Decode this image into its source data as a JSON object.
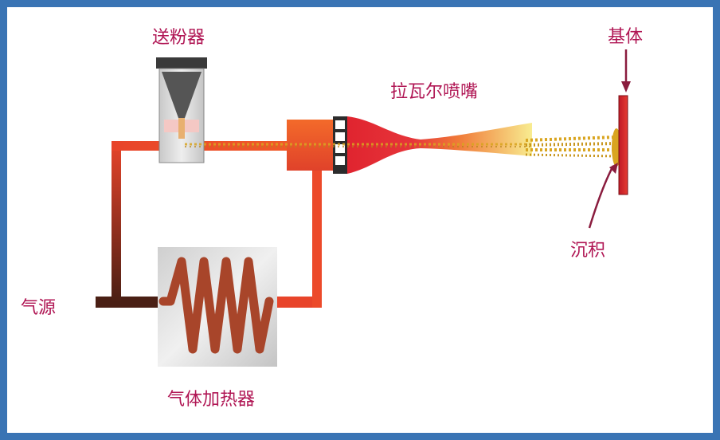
{
  "labels": {
    "powder_feeder": "送粉器",
    "laval_nozzle": "拉瓦尔喷嘴",
    "substrate": "基体",
    "deposition": "沉积",
    "gas_source": "气源",
    "gas_heater": "气体加热器"
  },
  "colors": {
    "frame": "#3a74b4",
    "label": "#b01654",
    "pipe_hot": "#e8402a",
    "pipe_cool": "#5a2a1a",
    "heater_box": "#c9c9c9",
    "coil": "#a8452a",
    "nozzle": "#e0242f",
    "jet_end": "#f6e58a",
    "substrate": "#d8202c",
    "particles": "#d9a520"
  }
}
